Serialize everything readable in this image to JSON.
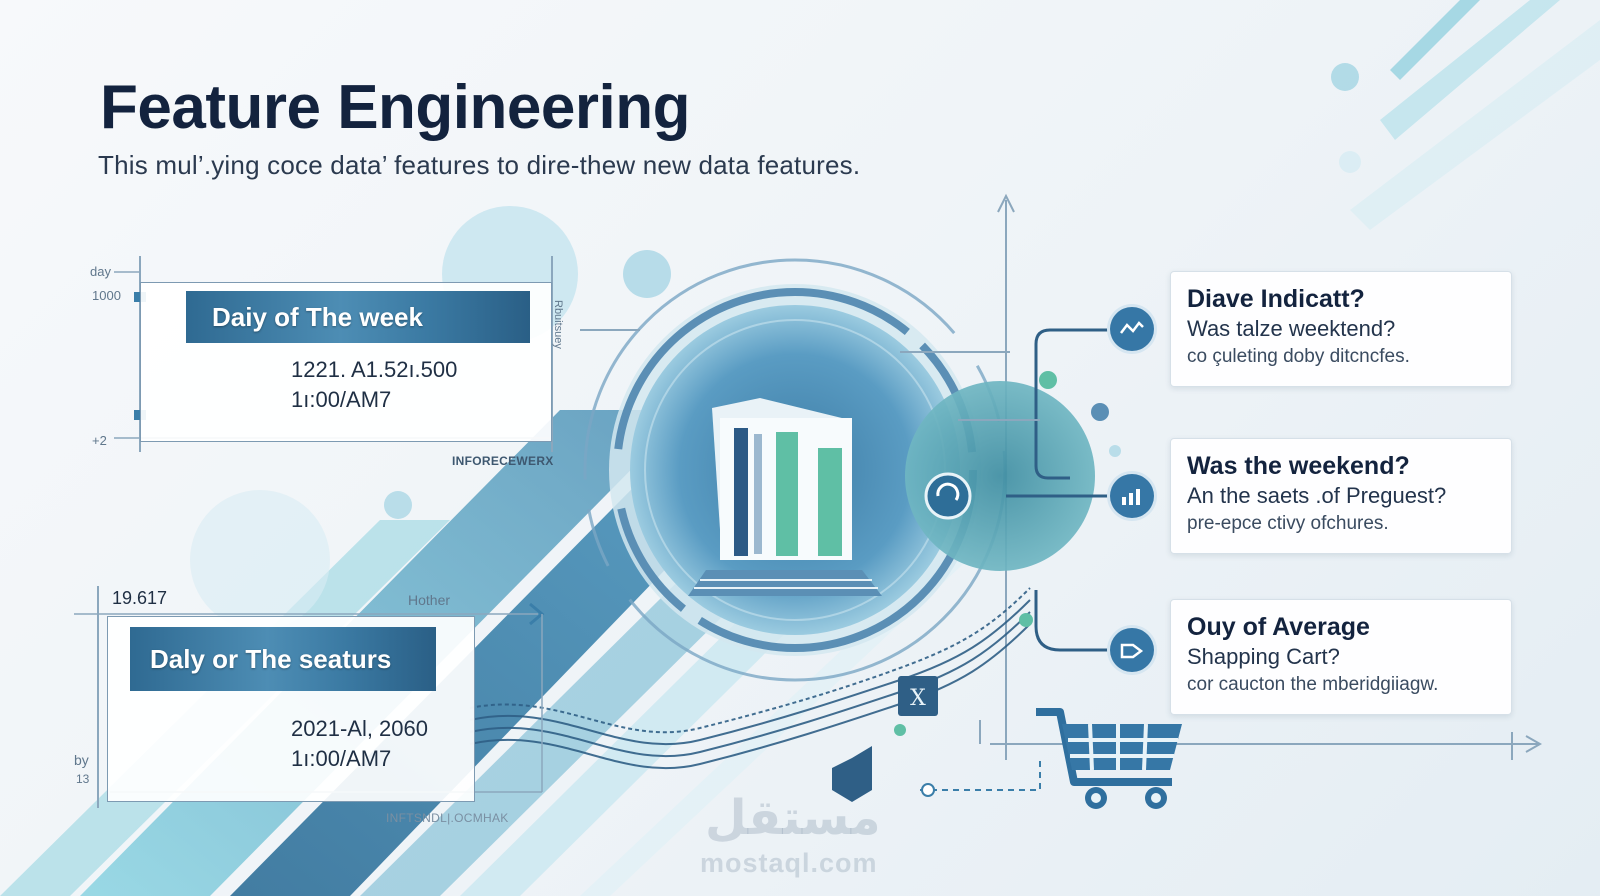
{
  "header": {
    "title": "Feature Engineering",
    "subtitle": "This mul’.ying coce data’ features to dire-thew new data features."
  },
  "top_panel": {
    "axis_label_top": "day",
    "axis_label_value": "1000",
    "axis_label_bottom": "+2",
    "banner": "Daiy of The week",
    "value_line1": "1221. A1.52ı.500",
    "value_line2": "1ı:00/AM7",
    "footer": "INFORECEWERX",
    "side_label": "Rbuitsuey"
  },
  "bottom_panel": {
    "top_label": "19.617",
    "right_label": "Hother",
    "banner": "Daly or The seaturs",
    "value_line1": "2021-Al, 2060",
    "value_line2": "1ı:00/AM7",
    "side_label_1": "by",
    "side_label_2": "13",
    "footer": "INFTSNDL|.OCMHAK"
  },
  "cards": [
    {
      "heading": "Diave Indicatt?",
      "line1": "Was talze weektend?",
      "line2": "co çuleting doby ditcncfes."
    },
    {
      "heading": "Was the weekend?",
      "line1": "An the saets .of Preguest?",
      "line2": "pre-epce ctivy ofchures."
    },
    {
      "heading": "Ouy of Average",
      "line1": "Shapping Cart?",
      "line2": "cor caucton the mberidgiiagw."
    }
  ],
  "colors": {
    "primary": "#13233e",
    "accent_blue": "#3677a6",
    "accent_teal": "#5fbfa5",
    "light_teal": "#8fd0de"
  },
  "watermark": {
    "text_ar": "مستقل",
    "text_en": "mostaql.com"
  }
}
